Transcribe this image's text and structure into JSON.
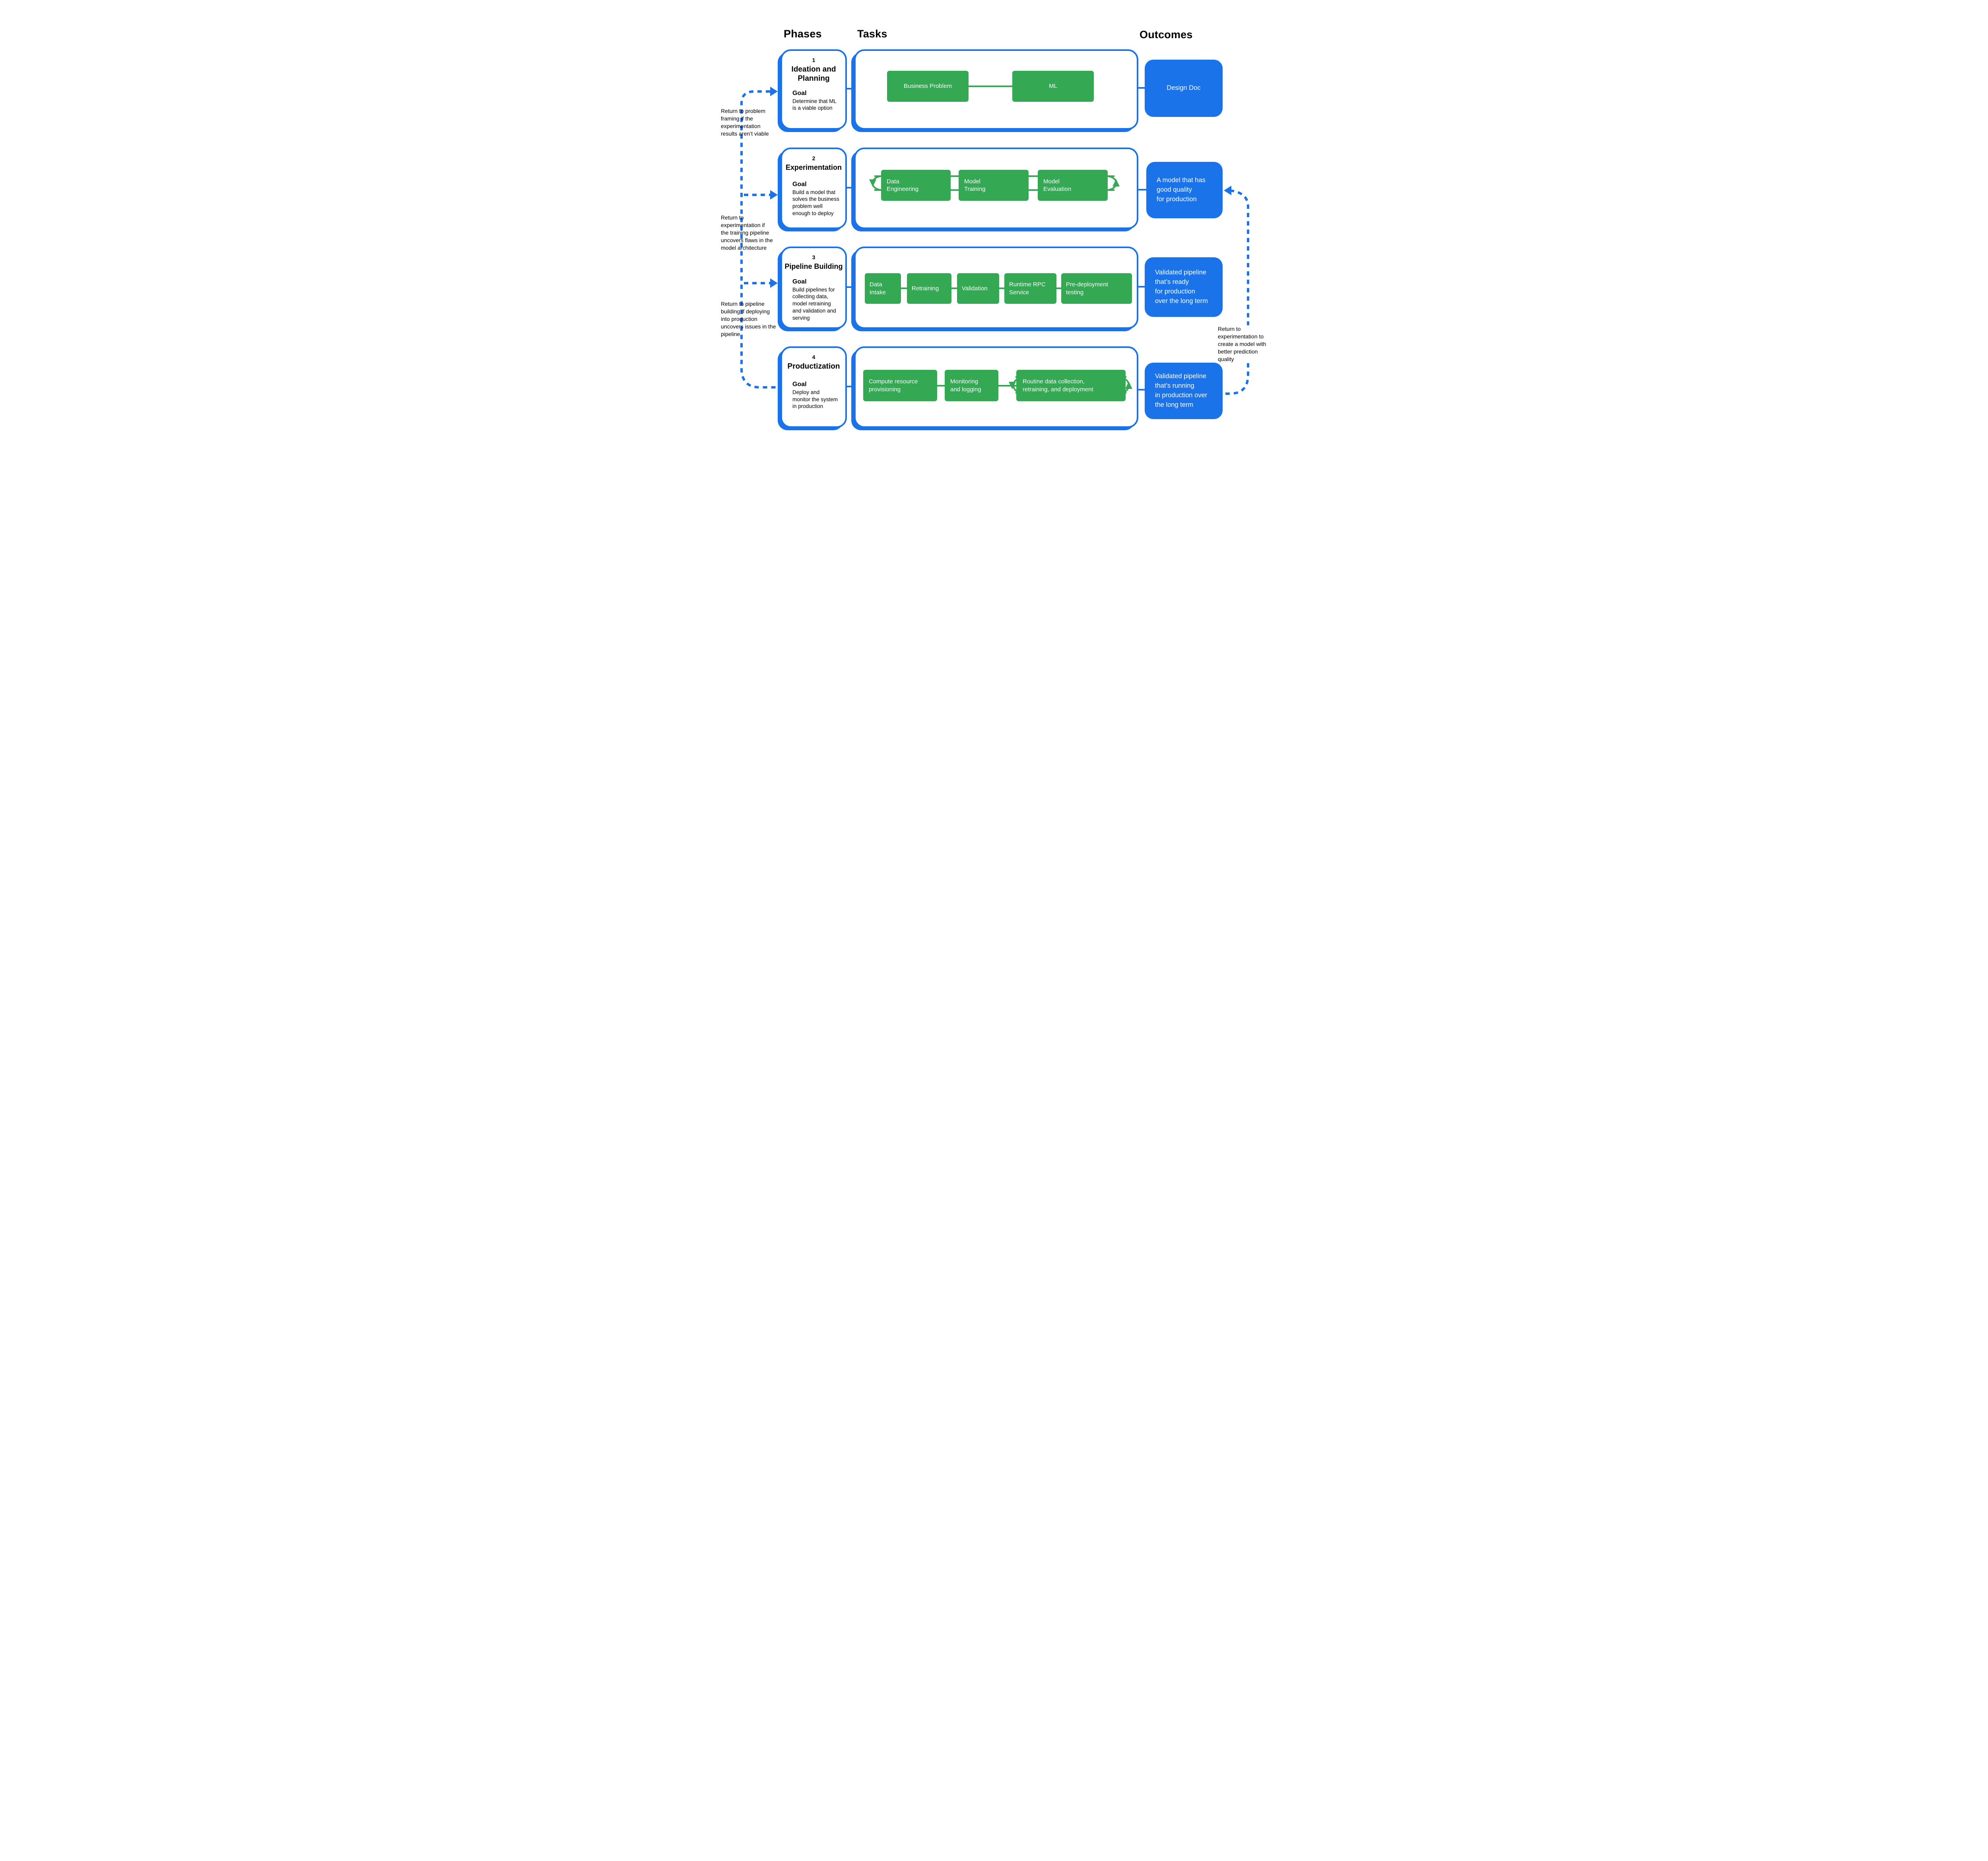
{
  "headers": {
    "phases": "Phases",
    "tasks": "Tasks",
    "outcomes": "Outcomes"
  },
  "colors": {
    "green": "#34A853",
    "blue": "#1A73E8",
    "background": "#FFFFFF",
    "text": "#000000"
  },
  "phases": [
    {
      "number": "1",
      "title": "Ideation and\nPlanning",
      "goal_label": "Goal",
      "goal": "Determine that ML\nis a viable option",
      "tasks": [
        "Business Problem",
        "ML"
      ],
      "outcome": "Design Doc"
    },
    {
      "number": "2",
      "title": "Experimentation",
      "goal_label": "Goal",
      "goal": "Build a model that\nsolves the business\nproblem well\nenough to deploy",
      "tasks": [
        "Data\nEngineering",
        "Model\nTraining",
        "Model\nEvaluation"
      ],
      "outcome": "A model that has\ngood quality\nfor production"
    },
    {
      "number": "3",
      "title": "Pipeline Building",
      "goal_label": "Goal",
      "goal": "Build pipelines for\ncollecting data,\nmodel retraining\nand validation and\nserving",
      "tasks": [
        "Data\nIntake",
        "Retraining",
        "Validation",
        "Runtime RPC\nService",
        "Pre-deployment\ntesting"
      ],
      "outcome": "Validated pipeline\nthat’s ready\nfor production\nover the long term"
    },
    {
      "number": "4",
      "title": "Productization",
      "goal_label": "Goal",
      "goal": "Deploy and\nmonitor the system\nin production",
      "tasks": [
        "Compute resource\nprovisioning",
        "Monitoring\nand logging",
        "Routine data collection,\nretraining, and deployment"
      ],
      "outcome": "Validated pipeline\nthat’s running\nin production over\nthe long term"
    }
  ],
  "annotations": {
    "left": [
      "Return to problem\nframing if the\nexperimentation\nresults aren’t viable",
      "Return to\nexperimentation if\nthe training pipeline\nuncovers flaws in the\nmodel architecture",
      "Return to pipeline\nbuilding if deploying\ninto production\nuncovers issues in the\npipeline"
    ],
    "right": "Return to\nexperimentation to\ncreate a model with\nbetter prediction\nquality"
  }
}
